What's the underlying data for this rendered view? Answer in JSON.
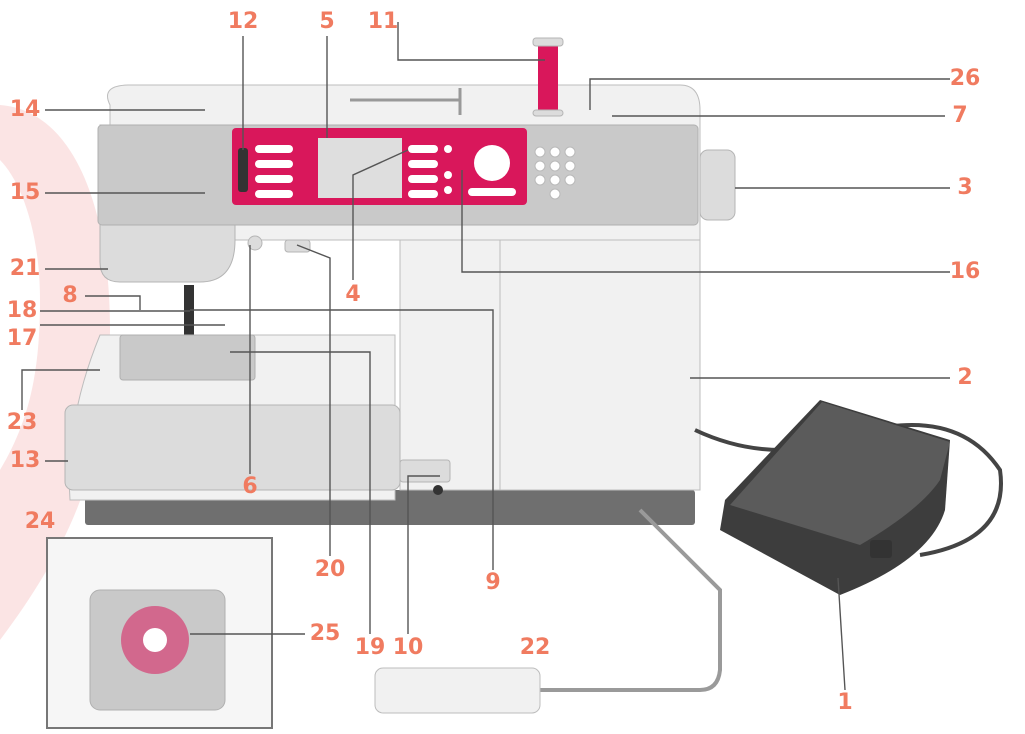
{
  "colors": {
    "label": "#f07b60",
    "accent": "#d9175b",
    "body": "#f1f1f1",
    "body_shade": "#dcdcdc",
    "panel_gray": "#c9c9c9",
    "base": "#6f6f6f",
    "pedal": "#3d3d3d",
    "leader": "#555555",
    "watermark": "#fbe4e4"
  },
  "callouts": [
    "1",
    "2",
    "3",
    "4",
    "5",
    "6",
    "7",
    "8",
    "9",
    "10",
    "11",
    "12",
    "13",
    "14",
    "15",
    "16",
    "17",
    "18",
    "19",
    "20",
    "21",
    "22",
    "23",
    "24",
    "25",
    "26"
  ]
}
